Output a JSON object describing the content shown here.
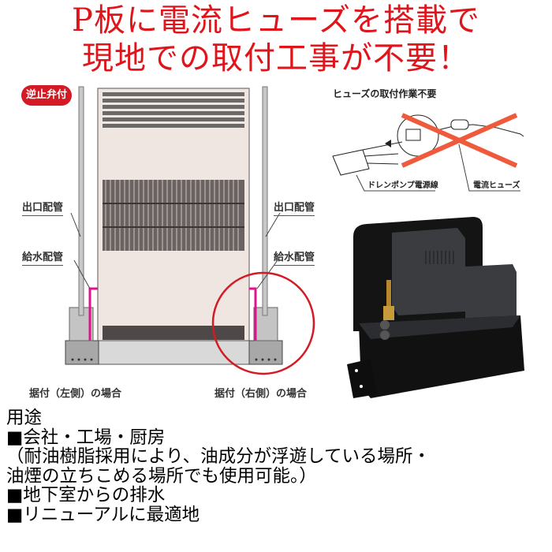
{
  "headline": {
    "line1": "P板に電流ヒューズを搭載で",
    "line2": "現地での取付工事が不要！",
    "color": "#e0141b"
  },
  "diagram": {
    "badge": "逆止弁付",
    "left_outlet_label": "出口配管",
    "left_supply_label": "給水配管",
    "right_outlet_label": "出口配管",
    "right_supply_label": "給水配管",
    "left_caption": "据付（左側）の場合",
    "right_caption": "据付（右側）の場合",
    "pipe_color": "#e0138c",
    "circle_color": "#d31a25"
  },
  "fuse_illustration": {
    "title": "ヒューズの取付作業不要",
    "cable_label": "ドレンポンプ電源線",
    "fuse_label": "電流ヒューズ",
    "cross_color": "#ef5a3c"
  },
  "product_photo": {
    "alt": "drain-pump-unit"
  },
  "uses": {
    "heading": "用途",
    "items": [
      "■会社・工場・厨房",
      "（耐油樹脂採用により、油成分が浮遊している場所・",
      "油煙の立ちこめる場所でも使用可能。）",
      "■地下室からの排水",
      "■リニューアルに最適地"
    ]
  }
}
